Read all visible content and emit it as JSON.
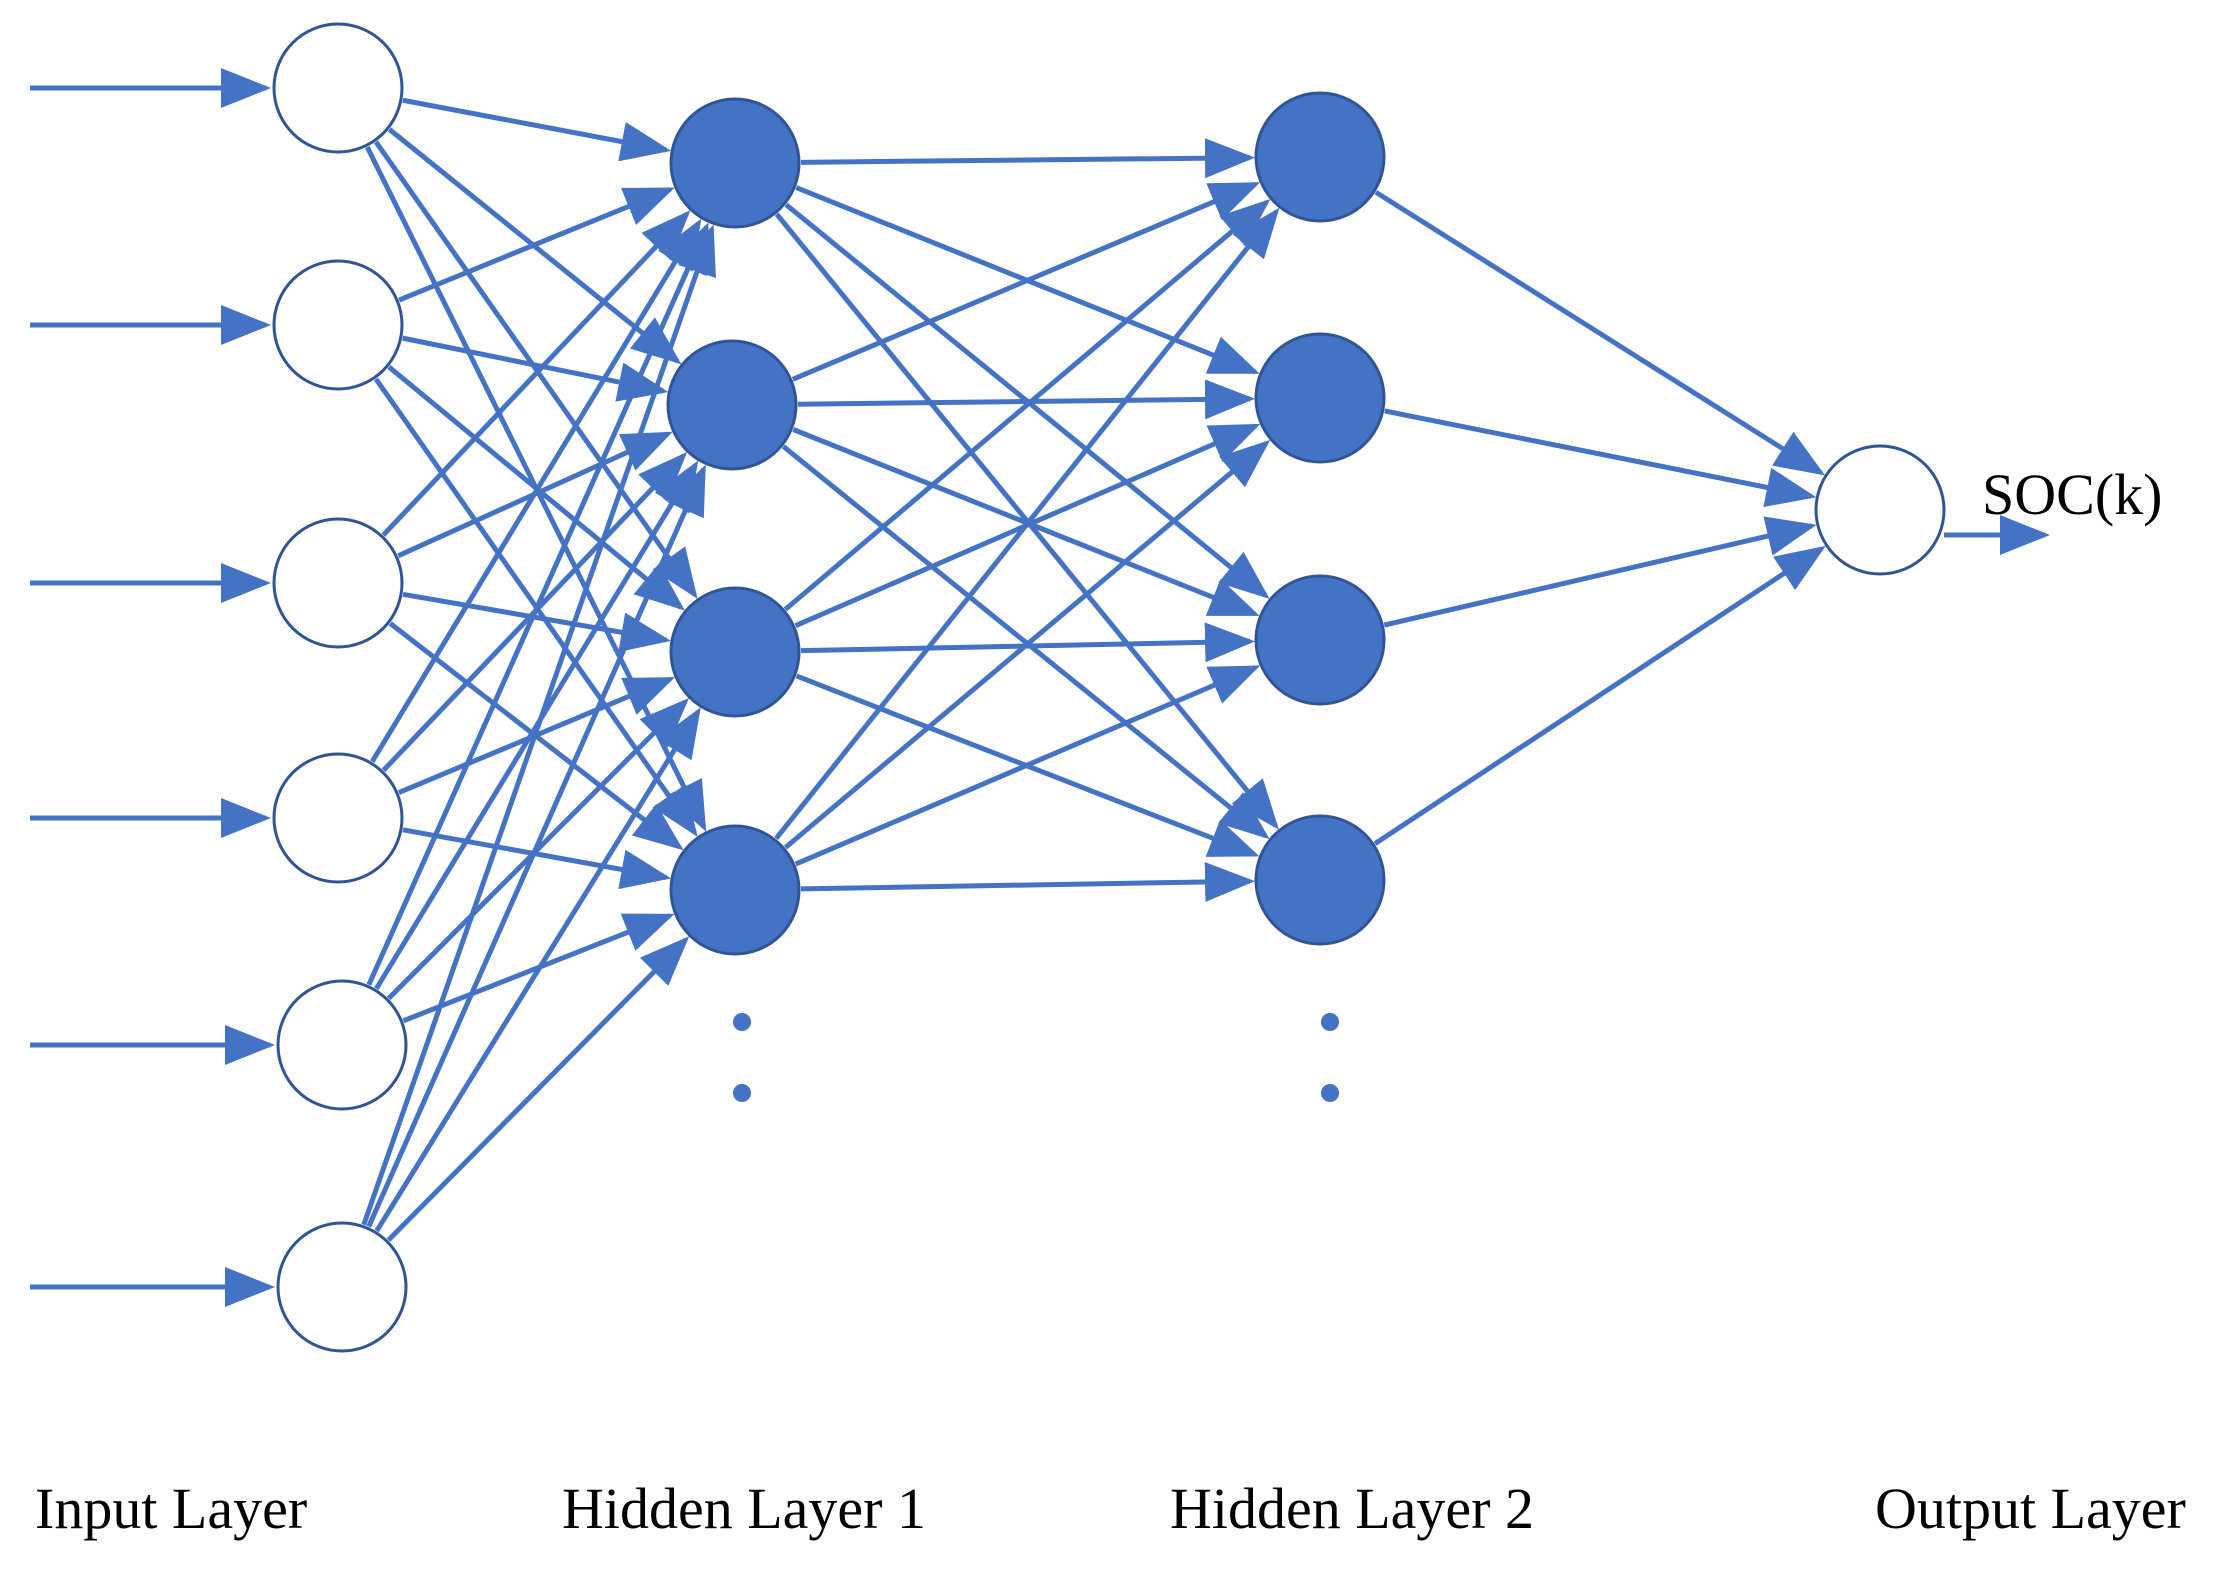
{
  "colors": {
    "edge": "#4472C4",
    "hidden_fill": "#4472C4",
    "node_stroke_hollow": "#2F5597",
    "hollow_fill": "#ffffff",
    "label_text": "#000000"
  },
  "layers": {
    "input": {
      "label": "Input Layer",
      "node_count": 6,
      "style": "hollow"
    },
    "hidden1": {
      "label": "Hidden Layer 1",
      "node_count": 4,
      "style": "filled",
      "continues": true
    },
    "hidden2": {
      "label": "Hidden Layer 2",
      "node_count": 4,
      "style": "filled",
      "continues": true
    },
    "output": {
      "label": "Output Layer",
      "node_count": 1,
      "style": "hollow"
    }
  },
  "output_signal": {
    "label": "SOC(k)"
  }
}
